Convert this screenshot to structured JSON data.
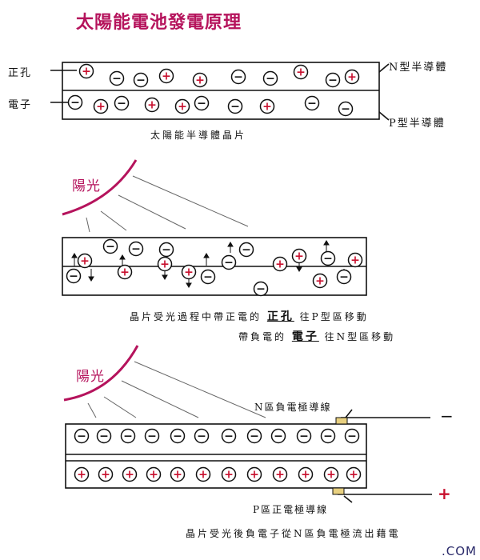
{
  "title": "太陽能電池發電原理",
  "labels": {
    "hole": "正孔",
    "electron": "電子",
    "n_type": "N型半導體",
    "p_type": "P型半導體",
    "wafer": "太陽能半導體晶片",
    "sunlight1": "陽光",
    "sunlight2": "陽光",
    "cap2_a": "晶片受光過程中帶正電的",
    "cap2_hole": "正孔",
    "cap2_b": "往P型區移動",
    "cap3_a": "帶負電的",
    "cap3_electron": "電子",
    "cap3_b": "往N型區移動",
    "n_wire": "N區負電極導線",
    "p_wire": "P區正電極導線",
    "cap4": "晶片受光後負電子從N區負電極流出藉電",
    "minus_terminal": "−",
    "plus_terminal": "+",
    "watermark": ".COM"
  },
  "symbols": {
    "plus": "+",
    "minus": "−"
  },
  "colors": {
    "accent": "#b5135c",
    "plus": "#c8102e",
    "ink": "#111111"
  },
  "icons": [
    "plus-charge-icon",
    "minus-charge-icon",
    "sun-arc-icon",
    "electrode-icon"
  ]
}
